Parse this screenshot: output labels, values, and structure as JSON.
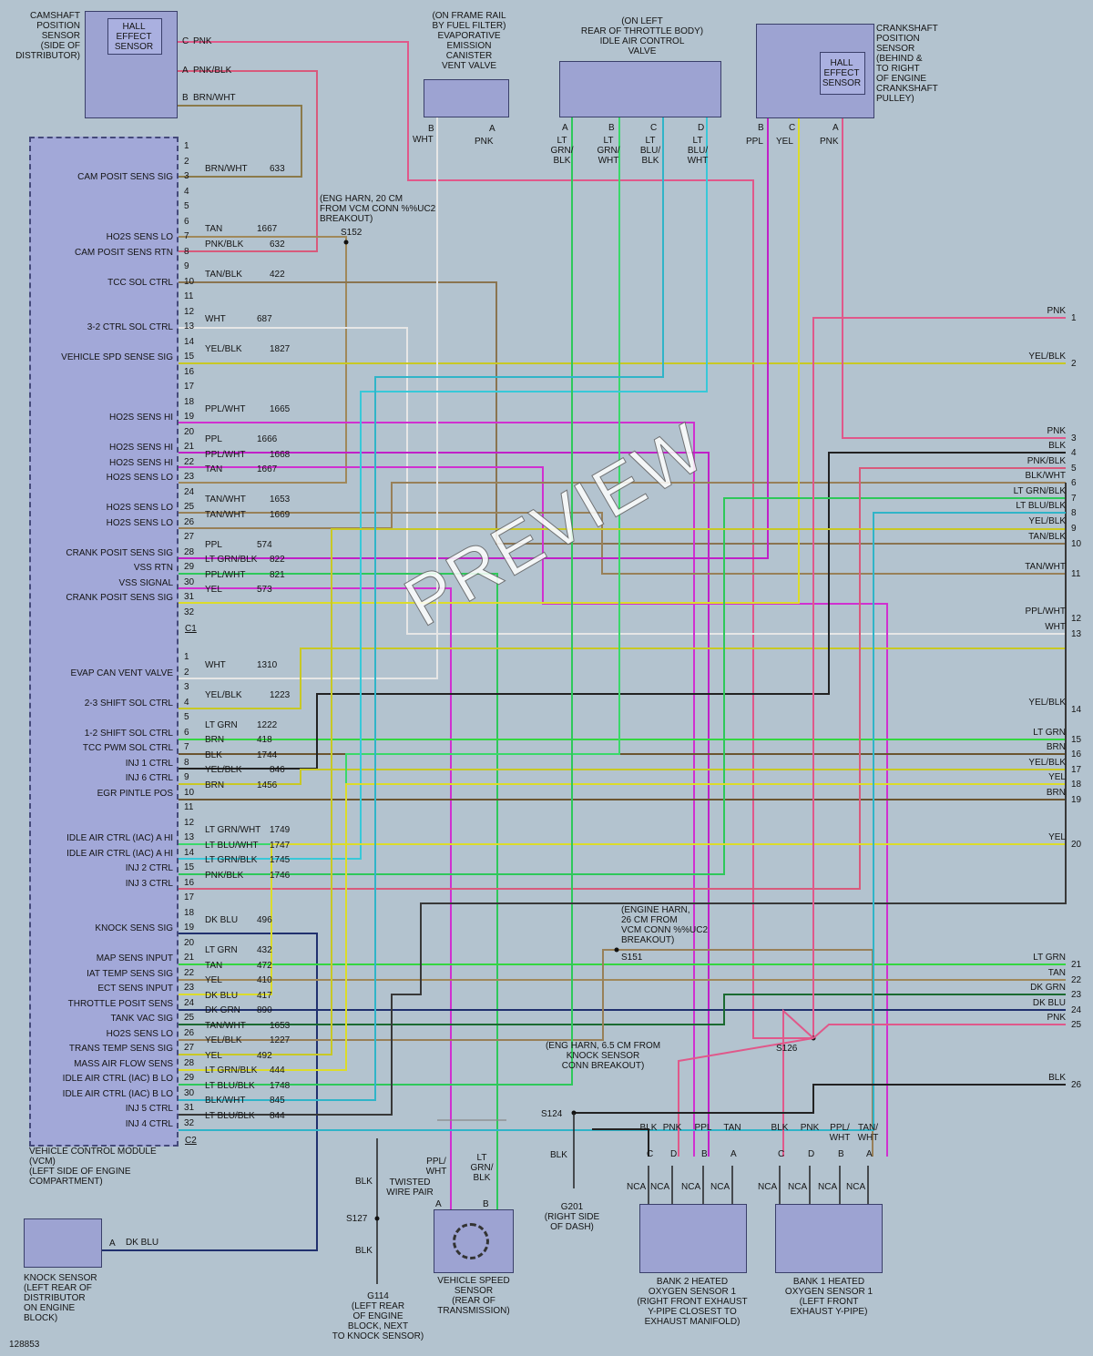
{
  "colors": {
    "PNK": "#e0588a",
    "PNK/BLK": "#d85a7c",
    "BRN/WHT": "#8b7a4a",
    "BRN": "#6b5530",
    "TAN": "#a0885a",
    "TAN/BLK": "#8a7450",
    "TAN/WHT": "#988058",
    "WHT": "#e6e6e6",
    "YEL/BLK": "#c8c824",
    "YEL": "#dcdc2a",
    "PPL/WHT": "#d030d0",
    "PPL": "#c020c8",
    "LT GRN/BLK": "#2ec85a",
    "LT GRN": "#34d640",
    "LT GRN/WHT": "#3ad86a",
    "LT BLU/WHT": "#38c8d8",
    "LT BLU/BLK": "#30b4c8",
    "BLK": "#222222",
    "BLK/WHT": "#383838",
    "DK BLU": "#20306e",
    "DK GRN": "#1a6a30"
  },
  "figure_number": "128853",
  "watermark": "PREVIEW",
  "components": {
    "cam_sensor": {
      "label": "CAMSHAFT\nPOSITION\nSENSOR\n(SIDE OF\nDISTRIBUTOR)",
      "inner": "HALL\nEFFECT\nSENSOR",
      "pins": [
        {
          "pin": "C",
          "color": "PNK"
        },
        {
          "pin": "A",
          "color": "PNK/BLK"
        },
        {
          "pin": "B",
          "color": "BRN/WHT"
        }
      ]
    },
    "evap": {
      "label": "(ON FRAME RAIL\nBY FUEL FILTER)\nEVAPORATIVE\nEMISSION\nCANISTER\nVENT VALVE",
      "pins": [
        {
          "pin": "B",
          "color": "WHT"
        },
        {
          "pin": "A",
          "color": "PNK"
        }
      ]
    },
    "iac": {
      "label": "(ON LEFT\nREAR OF THROTTLE BODY)\nIDLE AIR CONTROL\nVALVE",
      "pins": [
        {
          "pin": "A",
          "color": "LT\nGRN/\nBLK"
        },
        {
          "pin": "B",
          "color": "LT\nGRN/\nWHT"
        },
        {
          "pin": "C",
          "color": "LT\nBLU/\nBLK"
        },
        {
          "pin": "D",
          "color": "LT\nBLU/\nWHT"
        }
      ]
    },
    "crank": {
      "label": "CRANKSHAFT\nPOSITION\nSENSOR\n(BEHIND &\nTO RIGHT\nOF ENGINE\nCRANKSHAFT\nPULLEY)",
      "inner": "HALL\nEFFECT\nSENSOR",
      "pins": [
        {
          "pin": "B",
          "color": "PPL"
        },
        {
          "pin": "C",
          "color": "YEL"
        },
        {
          "pin": "A",
          "color": "PNK"
        }
      ]
    },
    "vcm": {
      "label": "VEHICLE CONTROL MODULE\n(VCM)\n(LEFT SIDE OF ENGINE\nCOMPARTMENT)",
      "c1": "C1",
      "c2": "C2"
    },
    "knock": {
      "label": "KNOCK SENSOR\n(LEFT REAR OF\nDISTRIBUTOR\nON ENGINE\nBLOCK)",
      "pin": "A",
      "wire": "DK BLU"
    },
    "vss": {
      "label": "VEHICLE SPEED\nSENSOR\n(REAR OF\nTRANSMISSION)",
      "twisted": "TWISTED\nWIRE PAIR",
      "wire_a": "PPL/\nWHT",
      "wire_b": "LT\nGRN/\nBLK",
      "pin_a": "A",
      "pin_b": "B"
    },
    "g114": {
      "label": "G114\n(LEFT REAR\nOF ENGINE\nBLOCK, NEXT\nTO KNOCK SENSOR)",
      "s127": "S127",
      "wire": "BLK"
    },
    "g201": {
      "label": "G201\n(RIGHT SIDE\nOF DASH)",
      "s124": "S124",
      "s124_note": "(ENG HARN, 6.5 CM FROM\nKNOCK SENSOR\nCONN BREAKOUT)",
      "wire": "BLK"
    },
    "o2_bank2": {
      "label": "BANK 2 HEATED\nOXYGEN SENSOR 1\n(RIGHT FRONT EXHAUST\nY-PIPE CLOSEST TO\nEXHAUST MANIFOLD)",
      "pins": [
        {
          "pin": "C",
          "color": "BLK"
        },
        {
          "pin": "D",
          "color": "PNK"
        },
        {
          "pin": "B",
          "color": "PPL"
        },
        {
          "pin": "A",
          "color": "TAN"
        }
      ]
    },
    "o2_bank1": {
      "label": "BANK 1 HEATED\nOXYGEN SENSOR 1\n(LEFT FRONT\nEXHAUST Y-PIPE)",
      "pins": [
        {
          "pin": "C",
          "color": "BLK"
        },
        {
          "pin": "D",
          "color": "PNK"
        },
        {
          "pin": "B",
          "color": "PPL/\nWHT"
        },
        {
          "pin": "A",
          "color": "TAN/\nWHT"
        }
      ]
    },
    "nca": "NCA",
    "s152": {
      "id": "S152",
      "note": "(ENG HARN, 20 CM\nFROM VCM CONN %%UC2\nBREAKOUT)"
    },
    "s151": {
      "id": "S151",
      "note": "(ENGINE HARN,\n26 CM FROM\nVCM CONN %%UC2\nBREAKOUT)"
    },
    "s126": {
      "id": "S126"
    }
  },
  "c1_pins": [
    {
      "n": "1",
      "color": "",
      "circuit": "",
      "name": ""
    },
    {
      "n": "2",
      "color": "",
      "circuit": "",
      "name": ""
    },
    {
      "n": "3",
      "color": "BRN/WHT",
      "circuit": "633",
      "name": "CAM POSIT SENS SIG"
    },
    {
      "n": "4",
      "color": "",
      "circuit": "",
      "name": ""
    },
    {
      "n": "5",
      "color": "",
      "circuit": "",
      "name": ""
    },
    {
      "n": "6",
      "color": "",
      "circuit": "",
      "name": ""
    },
    {
      "n": "7",
      "color": "TAN",
      "circuit": "1667",
      "name": "HO2S SENS LO"
    },
    {
      "n": "8",
      "color": "PNK/BLK",
      "circuit": "632",
      "name": "CAM POSIT SENS RTN"
    },
    {
      "n": "9",
      "color": "",
      "circuit": "",
      "name": ""
    },
    {
      "n": "10",
      "color": "TAN/BLK",
      "circuit": "422",
      "name": "TCC SOL CTRL"
    },
    {
      "n": "11",
      "color": "",
      "circuit": "",
      "name": ""
    },
    {
      "n": "12",
      "color": "",
      "circuit": "",
      "name": ""
    },
    {
      "n": "13",
      "color": "WHT",
      "circuit": "687",
      "name": "3-2 CTRL SOL CTRL"
    },
    {
      "n": "14",
      "color": "",
      "circuit": "",
      "name": ""
    },
    {
      "n": "15",
      "color": "YEL/BLK",
      "circuit": "1827",
      "name": "VEHICLE SPD SENSE SIG"
    },
    {
      "n": "16",
      "color": "",
      "circuit": "",
      "name": ""
    },
    {
      "n": "17",
      "color": "",
      "circuit": "",
      "name": ""
    },
    {
      "n": "18",
      "color": "",
      "circuit": "",
      "name": ""
    },
    {
      "n": "19",
      "color": "PPL/WHT",
      "circuit": "1665",
      "name": "HO2S SENS HI"
    },
    {
      "n": "20",
      "color": "",
      "circuit": "",
      "name": ""
    },
    {
      "n": "21",
      "color": "PPL",
      "circuit": "1666",
      "name": "HO2S SENS HI"
    },
    {
      "n": "22",
      "color": "PPL/WHT",
      "circuit": "1668",
      "name": "HO2S SENS HI"
    },
    {
      "n": "23",
      "color": "TAN",
      "circuit": "1667",
      "name": "HO2S SENS LO"
    },
    {
      "n": "24",
      "color": "",
      "circuit": "",
      "name": ""
    },
    {
      "n": "25",
      "color": "TAN/WHT",
      "circuit": "1653",
      "name": "HO2S SENS LO"
    },
    {
      "n": "26",
      "color": "TAN/WHT",
      "circuit": "1669",
      "name": "HO2S SENS LO"
    },
    {
      "n": "27",
      "color": "",
      "circuit": "",
      "name": ""
    },
    {
      "n": "28",
      "color": "PPL",
      "circuit": "574",
      "name": "CRANK POSIT SENS SIG"
    },
    {
      "n": "29",
      "color": "LT GRN/BLK",
      "circuit": "822",
      "name": "VSS RTN"
    },
    {
      "n": "30",
      "color": "PPL/WHT",
      "circuit": "821",
      "name": "VSS SIGNAL"
    },
    {
      "n": "31",
      "color": "YEL",
      "circuit": "573",
      "name": "CRANK POSIT SENS SIG"
    },
    {
      "n": "32",
      "color": "",
      "circuit": "",
      "name": ""
    }
  ],
  "c2_pins": [
    {
      "n": "1",
      "color": "",
      "circuit": "",
      "name": ""
    },
    {
      "n": "2",
      "color": "WHT",
      "circuit": "1310",
      "name": "EVAP CAN VENT VALVE"
    },
    {
      "n": "3",
      "color": "",
      "circuit": "",
      "name": ""
    },
    {
      "n": "4",
      "color": "YEL/BLK",
      "circuit": "1223",
      "name": "2-3 SHIFT SOL CTRL"
    },
    {
      "n": "5",
      "color": "",
      "circuit": "",
      "name": ""
    },
    {
      "n": "6",
      "color": "LT GRN",
      "circuit": "1222",
      "name": "1-2 SHIFT SOL CTRL"
    },
    {
      "n": "7",
      "color": "BRN",
      "circuit": "418",
      "name": "TCC PWM SOL CTRL"
    },
    {
      "n": "8",
      "color": "BLK",
      "circuit": "1744",
      "name": "INJ 1 CTRL"
    },
    {
      "n": "9",
      "color": "YEL/BLK",
      "circuit": "846",
      "name": "INJ 6 CTRL"
    },
    {
      "n": "10",
      "color": "BRN",
      "circuit": "1456",
      "name": "EGR PINTLE POS"
    },
    {
      "n": "11",
      "color": "",
      "circuit": "",
      "name": ""
    },
    {
      "n": "12",
      "color": "",
      "circuit": "",
      "name": ""
    },
    {
      "n": "13",
      "color": "LT GRN/WHT",
      "circuit": "1749",
      "name": "IDLE AIR CTRL (IAC) A HI"
    },
    {
      "n": "14",
      "color": "LT BLU/WHT",
      "circuit": "1747",
      "name": "IDLE AIR CTRL (IAC) A HI"
    },
    {
      "n": "15",
      "color": "LT GRN/BLK",
      "circuit": "1745",
      "name": "INJ 2 CTRL"
    },
    {
      "n": "16",
      "color": "PNK/BLK",
      "circuit": "1746",
      "name": "INJ 3 CTRL"
    },
    {
      "n": "17",
      "color": "",
      "circuit": "",
      "name": ""
    },
    {
      "n": "18",
      "color": "",
      "circuit": "",
      "name": ""
    },
    {
      "n": "19",
      "color": "DK BLU",
      "circuit": "496",
      "name": "KNOCK SENS SIG"
    },
    {
      "n": "20",
      "color": "",
      "circuit": "",
      "name": ""
    },
    {
      "n": "21",
      "color": "LT GRN",
      "circuit": "432",
      "name": "MAP SENS INPUT"
    },
    {
      "n": "22",
      "color": "TAN",
      "circuit": "472",
      "name": "IAT TEMP SENS SIG"
    },
    {
      "n": "23",
      "color": "YEL",
      "circuit": "410",
      "name": "ECT SENS INPUT"
    },
    {
      "n": "24",
      "color": "DK BLU",
      "circuit": "417",
      "name": "THROTTLE POSIT SENS"
    },
    {
      "n": "25",
      "color": "DK GRN",
      "circuit": "890",
      "name": "TANK VAC SIG"
    },
    {
      "n": "26",
      "color": "TAN/WHT",
      "circuit": "1653",
      "name": "HO2S SENS LO"
    },
    {
      "n": "27",
      "color": "YEL/BLK",
      "circuit": "1227",
      "name": "TRANS TEMP SENS SIG"
    },
    {
      "n": "28",
      "color": "YEL",
      "circuit": "492",
      "name": "MASS AIR FLOW SENS"
    },
    {
      "n": "29",
      "color": "LT GRN/BLK",
      "circuit": "444",
      "name": "IDLE AIR CTRL (IAC) B LO"
    },
    {
      "n": "30",
      "color": "LT BLU/BLK",
      "circuit": "1748",
      "name": "IDLE AIR CTRL (IAC) B LO"
    },
    {
      "n": "31",
      "color": "BLK/WHT",
      "circuit": "845",
      "name": "INJ 5 CTRL"
    },
    {
      "n": "32",
      "color": "LT BLU/BLK",
      "circuit": "844",
      "name": "INJ 4 CTRL"
    }
  ],
  "offpage": [
    {
      "n": "1",
      "color": "PNK"
    },
    {
      "n": "2",
      "color": "YEL/BLK"
    },
    {
      "n": "3",
      "color": "PNK"
    },
    {
      "n": "4",
      "color": "BLK"
    },
    {
      "n": "5",
      "color": "PNK/BLK"
    },
    {
      "n": "6",
      "color": "BLK/WHT"
    },
    {
      "n": "7",
      "color": "LT GRN/BLK"
    },
    {
      "n": "8",
      "color": "LT BLU/BLK"
    },
    {
      "n": "9",
      "color": "YEL/BLK"
    },
    {
      "n": "10",
      "color": "TAN/BLK"
    },
    {
      "n": "11",
      "color": "TAN/WHT"
    },
    {
      "n": "12",
      "color": "PPL/WHT"
    },
    {
      "n": "13",
      "color": "WHT"
    },
    {
      "n": "14",
      "color": "YEL/BLK"
    },
    {
      "n": "15",
      "color": "LT GRN"
    },
    {
      "n": "16",
      "color": "BRN"
    },
    {
      "n": "17",
      "color": "YEL/BLK"
    },
    {
      "n": "18",
      "color": "YEL"
    },
    {
      "n": "19",
      "color": "BRN"
    },
    {
      "n": "20",
      "color": "YEL"
    },
    {
      "n": "21",
      "color": "LT GRN"
    },
    {
      "n": "22",
      "color": "TAN"
    },
    {
      "n": "23",
      "color": "DK GRN"
    },
    {
      "n": "24",
      "color": "DK BLU"
    },
    {
      "n": "25",
      "color": "PNK"
    },
    {
      "n": "26",
      "color": "BLK"
    }
  ]
}
